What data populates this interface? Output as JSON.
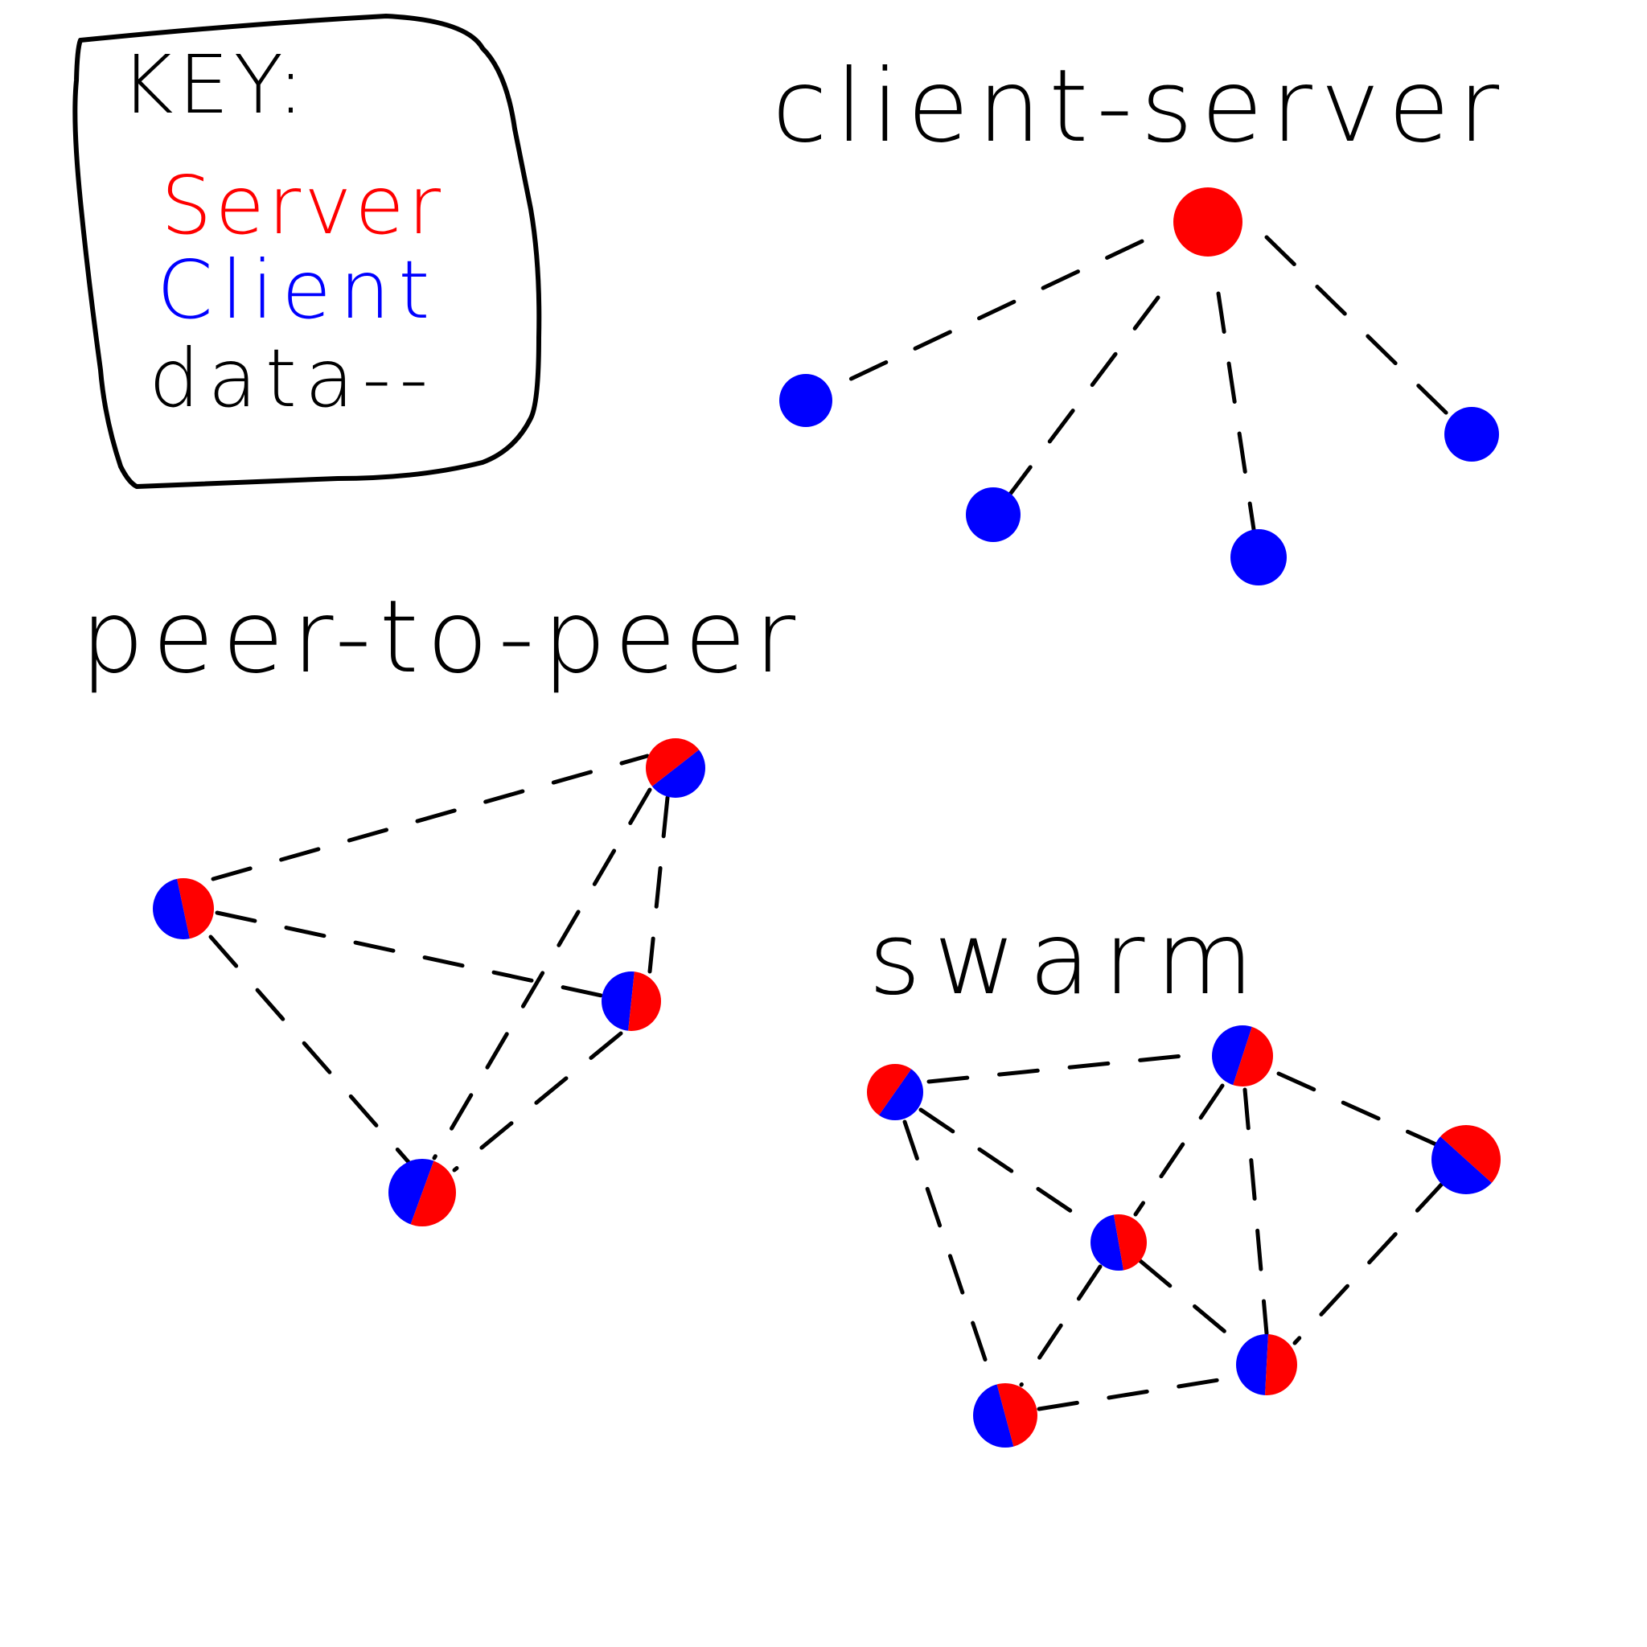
{
  "key": {
    "title": "KEY:",
    "items": [
      {
        "label": "Server",
        "color": "#ff0000"
      },
      {
        "label": "Client",
        "color": "#0000ff"
      },
      {
        "label": "data--",
        "color": "#000000"
      }
    ]
  },
  "colors": {
    "server": "#ff0000",
    "client": "#0000ff",
    "data": "#000000"
  },
  "diagrams": [
    {
      "id": "client-server",
      "title": "client-server",
      "node_type": "server-and-clients"
    },
    {
      "id": "peer-to-peer",
      "title": "peer-to-peer",
      "node_type": "hybrid"
    },
    {
      "id": "swarm",
      "title": "swarm",
      "node_type": "hybrid"
    }
  ]
}
